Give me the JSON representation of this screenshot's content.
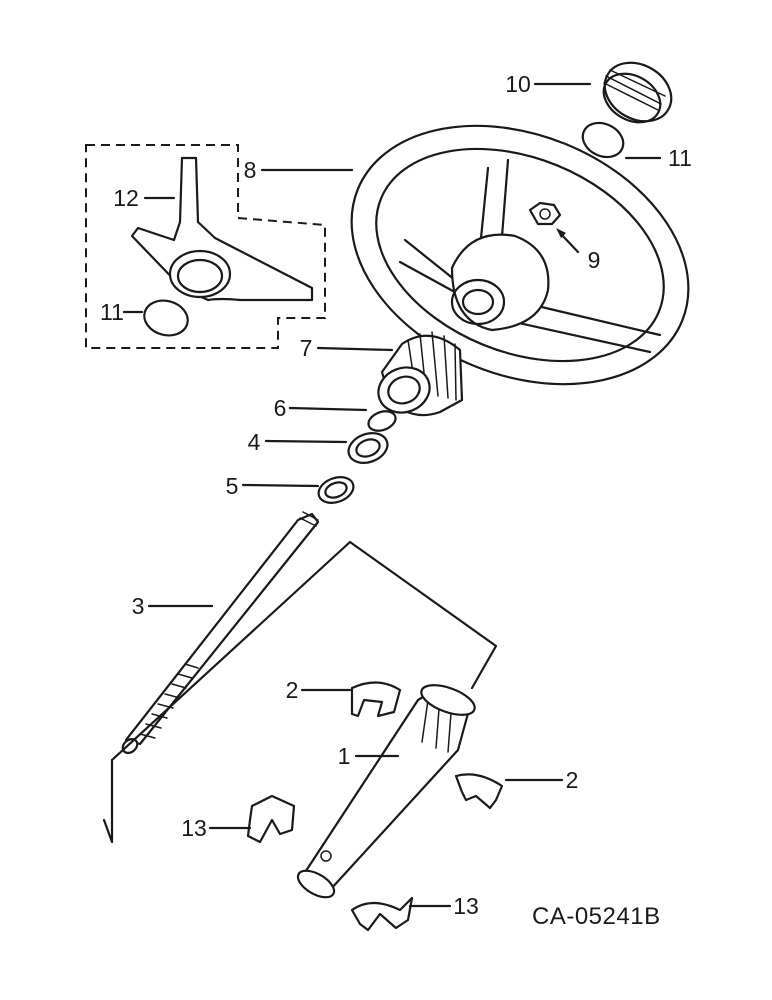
{
  "callouts": {
    "c1": "1",
    "c2a": "2",
    "c2b": "2",
    "c3": "3",
    "c4": "4",
    "c5": "5",
    "c6": "6",
    "c7": "7",
    "c8": "8",
    "c9": "9",
    "c10": "10",
    "c11a": "11",
    "c11b": "11",
    "c12": "12",
    "c13a": "13",
    "c13b": "13"
  },
  "drawing_code": "CA-05241B"
}
